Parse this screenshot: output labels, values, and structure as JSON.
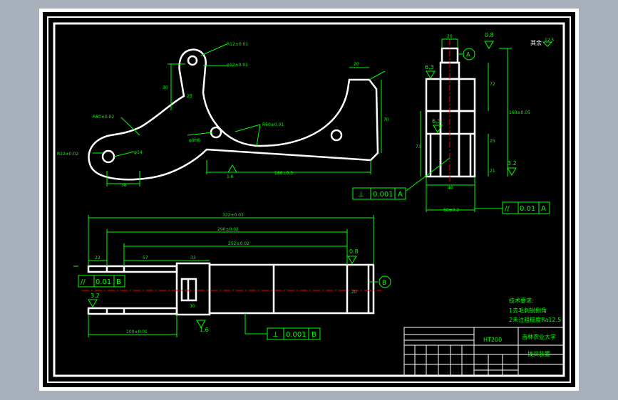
{
  "colors": {
    "background": "#000000",
    "frame": "#ffffff",
    "dimension": "#00ff00",
    "centerline": "#ff0000",
    "outer_margin": "#a8b0bb"
  },
  "top_view": {
    "r_large": "R80±0.02",
    "r_mid": "R60±0.01",
    "r_small": "R22±0.02",
    "r_top1": "R12±0.01",
    "r_top2": "φ12±0.01",
    "hole_d": "φ14",
    "hole_mid": "φ9H6",
    "dim_20": "20",
    "dim_25": "25",
    "dim_30": "30",
    "dim_38": "38",
    "dim_70": "70",
    "dim_180": "180±0.5",
    "rough": "1.6"
  },
  "side_view": {
    "dim_20": "20",
    "dim_40": "40",
    "dim_72": "72",
    "dim_73": "73",
    "dim_25": "25",
    "dim_21": "21",
    "dim_50": "50±0.2",
    "dim_longv": "160±0.05",
    "rough_08": "0.8",
    "rough_63a": "6.3",
    "rough_63b": "6.3",
    "rough_32": "3.2",
    "datum_a": "A",
    "perp_symbol": "⊥",
    "perp_value": "0.001",
    "perp_ref": "A",
    "par_symbol": "//",
    "par_value": "0.01",
    "par_ref": "A",
    "corner_note": "其余",
    "corner_rough": "12.5"
  },
  "bottom_view": {
    "dim_total": "322±0.03",
    "dim_290": "290±0.02",
    "dim_252": "252±0.02",
    "dim_57": "57",
    "dim_33": "33",
    "dim_22": "22",
    "dim_20": "20",
    "dim_30": "30",
    "dim_100": "100±0.01",
    "rough_08": "0.8",
    "rough_32": "3.2",
    "rough_16": "1.6",
    "datum_b": "B",
    "par_symbol": "//",
    "par_value": "0.01",
    "par_ref": "B",
    "perp_symbol": "⊥",
    "perp_value": "0.001",
    "perp_ref": "B"
  },
  "notes": {
    "title": "技术要求:",
    "line1": "1去毛刺锐倒角",
    "line2": "2未注粗糙度Ra12.5"
  },
  "title_block": {
    "material": "HT200",
    "school": "吉林农业大学",
    "part_name": "拨叉装置"
  }
}
